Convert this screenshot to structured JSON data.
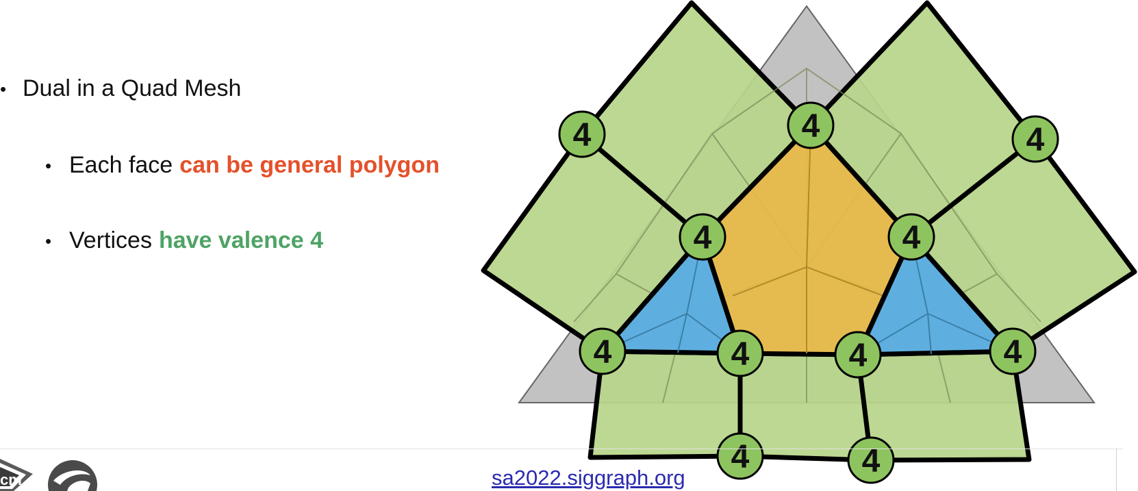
{
  "bullets": {
    "b1": {
      "text": "Dual in a Quad Mesh"
    },
    "b2": {
      "text": "Each face",
      "emphasis": "can be general polygon"
    },
    "b3": {
      "text": "Vertices",
      "emphasis": "have valence 4"
    }
  },
  "diagram": {
    "vertex_label": "4",
    "colors": {
      "green_face": "#b7d58a",
      "gray_triangle": "#c2c2c2",
      "orange_face": "#e8ba45",
      "blue_face": "#58aee0",
      "vertex_fill": "#8ec45f",
      "edge": "#000000"
    }
  },
  "footer": {
    "link": "sa2022.siggraph.org",
    "bullet_glyph": "•"
  },
  "logos": {
    "acm": {
      "text": "cm"
    }
  }
}
